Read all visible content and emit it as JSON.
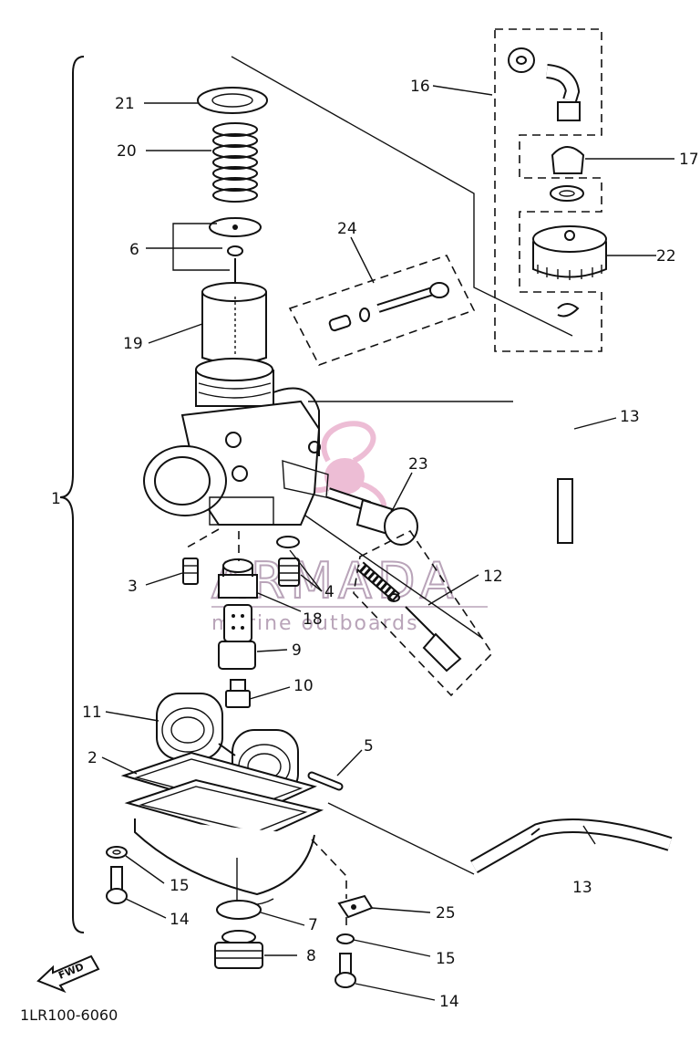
{
  "diagram": {
    "part_code": "1LR100-6060",
    "forward_label": "FWD",
    "watermark": {
      "brand": "ARMADA",
      "tagline": "marine outboards",
      "color": "#b9a4b9",
      "logo_color": "#e8a7c8"
    },
    "callouts": {
      "c1": "1",
      "c2": "2",
      "c3": "3",
      "c4": "4",
      "c5": "5",
      "c6": "6",
      "c7": "7",
      "c8": "8",
      "c9": "9",
      "c10": "10",
      "c11": "11",
      "c12": "12",
      "c13a": "13",
      "c13b": "13",
      "c14a": "14",
      "c14b": "14",
      "c15a": "15",
      "c15b": "15",
      "c16": "16",
      "c17": "17",
      "c18": "18",
      "c19": "19",
      "c20": "20",
      "c21": "21",
      "c22": "22",
      "c23": "23",
      "c24": "24",
      "c25": "25"
    }
  }
}
